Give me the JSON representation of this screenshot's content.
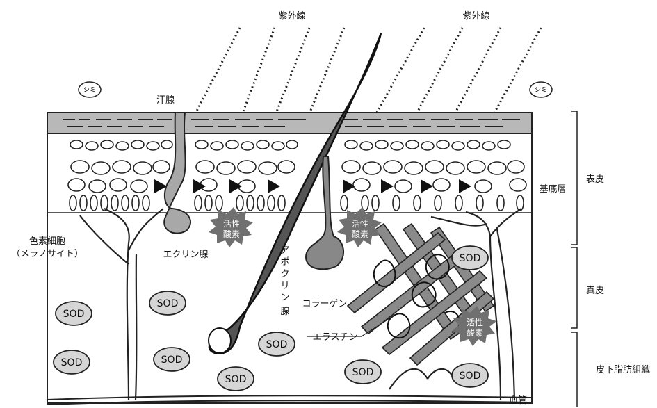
{
  "labels": {
    "uv_1": "紫外線",
    "uv_2": "紫外線",
    "spot": "シミ",
    "sweat_gland": "汗腺",
    "basal_layer": "基底層",
    "epidermis": "表皮",
    "dermis": "真皮",
    "subcutaneous": "皮下脂肪組織",
    "melanocyte_line1": "色素細胞",
    "melanocyte_line2": "（メラノサイト）",
    "eccrine": "エクリン腺",
    "apocrine_chars": [
      "ア",
      "ポ",
      "ク",
      "リ",
      "ン",
      "腺"
    ],
    "collagen": "コラーゲン",
    "elastin": "エラスチン",
    "blood_vessel": "血管",
    "ros_line1": "活性",
    "ros_line2": "酸素",
    "sod": "SOD"
  },
  "colors": {
    "line": "#1a1a1a",
    "epidermis_top": "#b8b8b8",
    "dermis_bg": "#ffffff",
    "hair": "#555555",
    "ros_burst": "#707070",
    "sod_fill": "#d6d6d6",
    "collagen_fill": "#8a8a8a"
  }
}
